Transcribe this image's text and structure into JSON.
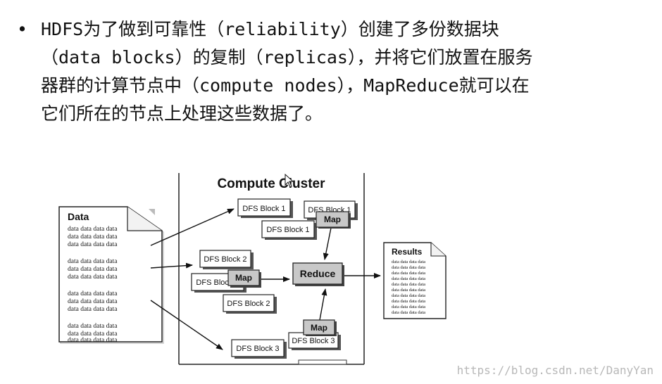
{
  "slide": {
    "bullet": "•",
    "lines": [
      "HDFS为了做到可靠性（reliability）创建了多份数据块",
      "（data blocks）的复制（replicas），并将它们放置在服务",
      "器群的计算节点中（compute nodes），MapReduce就可以在",
      "它们所在的节点上处理这些数据了。"
    ]
  },
  "diagram": {
    "cluster_title": "Compute Cluster",
    "data_doc": {
      "title": "Data",
      "rows": [
        "data data data data",
        "data data data data",
        "data data data data",
        "data data data data",
        "data data data data",
        "data data data data",
        "data data data data",
        "data data data data",
        "data data data data",
        "data data data data",
        "data data data data",
        "data data data data"
      ]
    },
    "results_doc": {
      "title": "Results",
      "rows": [
        "data data data data",
        "data data data data",
        "data data data data",
        "data data data data",
        "data data data data",
        "data data data data",
        "data data data data",
        "data data data data",
        "data data data data",
        "data data data data"
      ]
    },
    "blocks": {
      "b1a": "DFS Block 1",
      "b1b": "DFS Block 1",
      "b1c": "DFS Block 1",
      "b2a": "DFS Block 2",
      "b2b": "DFS Block 2",
      "b2c": "DFS Block 2",
      "b3a": "DFS Block 3",
      "b3b": "DFS Block 3"
    },
    "map_label": "Map",
    "reduce_label": "Reduce"
  },
  "watermark": "https://blog.csdn.net/DanyYan"
}
